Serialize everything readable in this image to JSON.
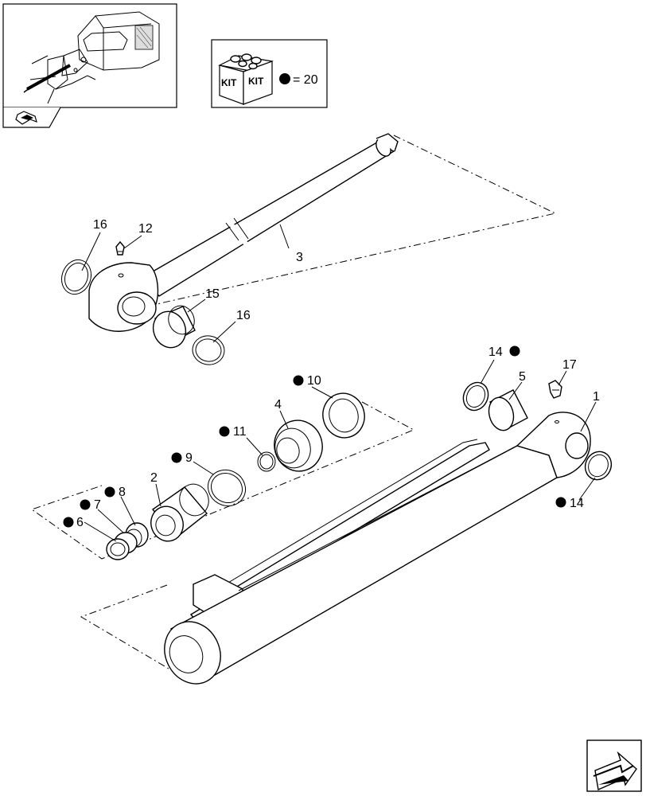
{
  "kit": {
    "box_text_left": "KIT",
    "box_text_right": "KIT",
    "legend_text": "= 20"
  },
  "callouts": {
    "c1": "1",
    "c2": "2",
    "c3": "3",
    "c4": "4",
    "c5": "5",
    "c6": "6",
    "c7": "7",
    "c8": "8",
    "c9": "9",
    "c10": "10",
    "c11": "11",
    "c12": "12",
    "c14a": "14",
    "c14b": "14",
    "c15": "15",
    "c16a": "16",
    "c16b": "16",
    "c17": "17"
  },
  "icons": {
    "overview": "tractor-overview-thumbnail",
    "back": "previous-page-arrow-icon",
    "forward": "next-page-arrow-icon",
    "kit": "parts-kit-box-icon",
    "kit_marker": "filled-circle-kit-marker"
  }
}
